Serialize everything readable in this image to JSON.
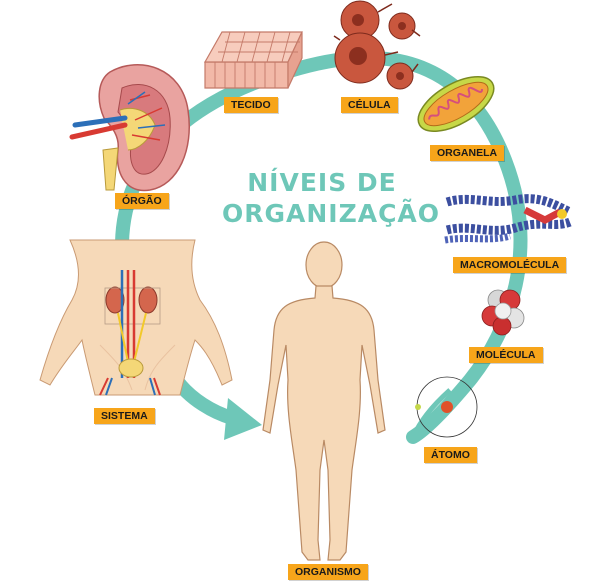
{
  "title": {
    "line1": "NÍVEIS DE",
    "line2": "ORGANIZAÇÃO"
  },
  "levels": {
    "orgao": "ÓRGÃO",
    "tecido": "TECIDO",
    "celula": "CÉLULA",
    "organela": "ORGANELA",
    "macromolecula": "MACROMOLÉCULA",
    "molecula": "MOLÉCULA",
    "atomo": "ÁTOMO",
    "organismo": "ORGANISMO",
    "sistema": "SISTEMA"
  },
  "colors": {
    "cycle_arrow": "#6ec7b8",
    "label_bg": "#f7a51a",
    "skin": "#f6d9b8"
  }
}
